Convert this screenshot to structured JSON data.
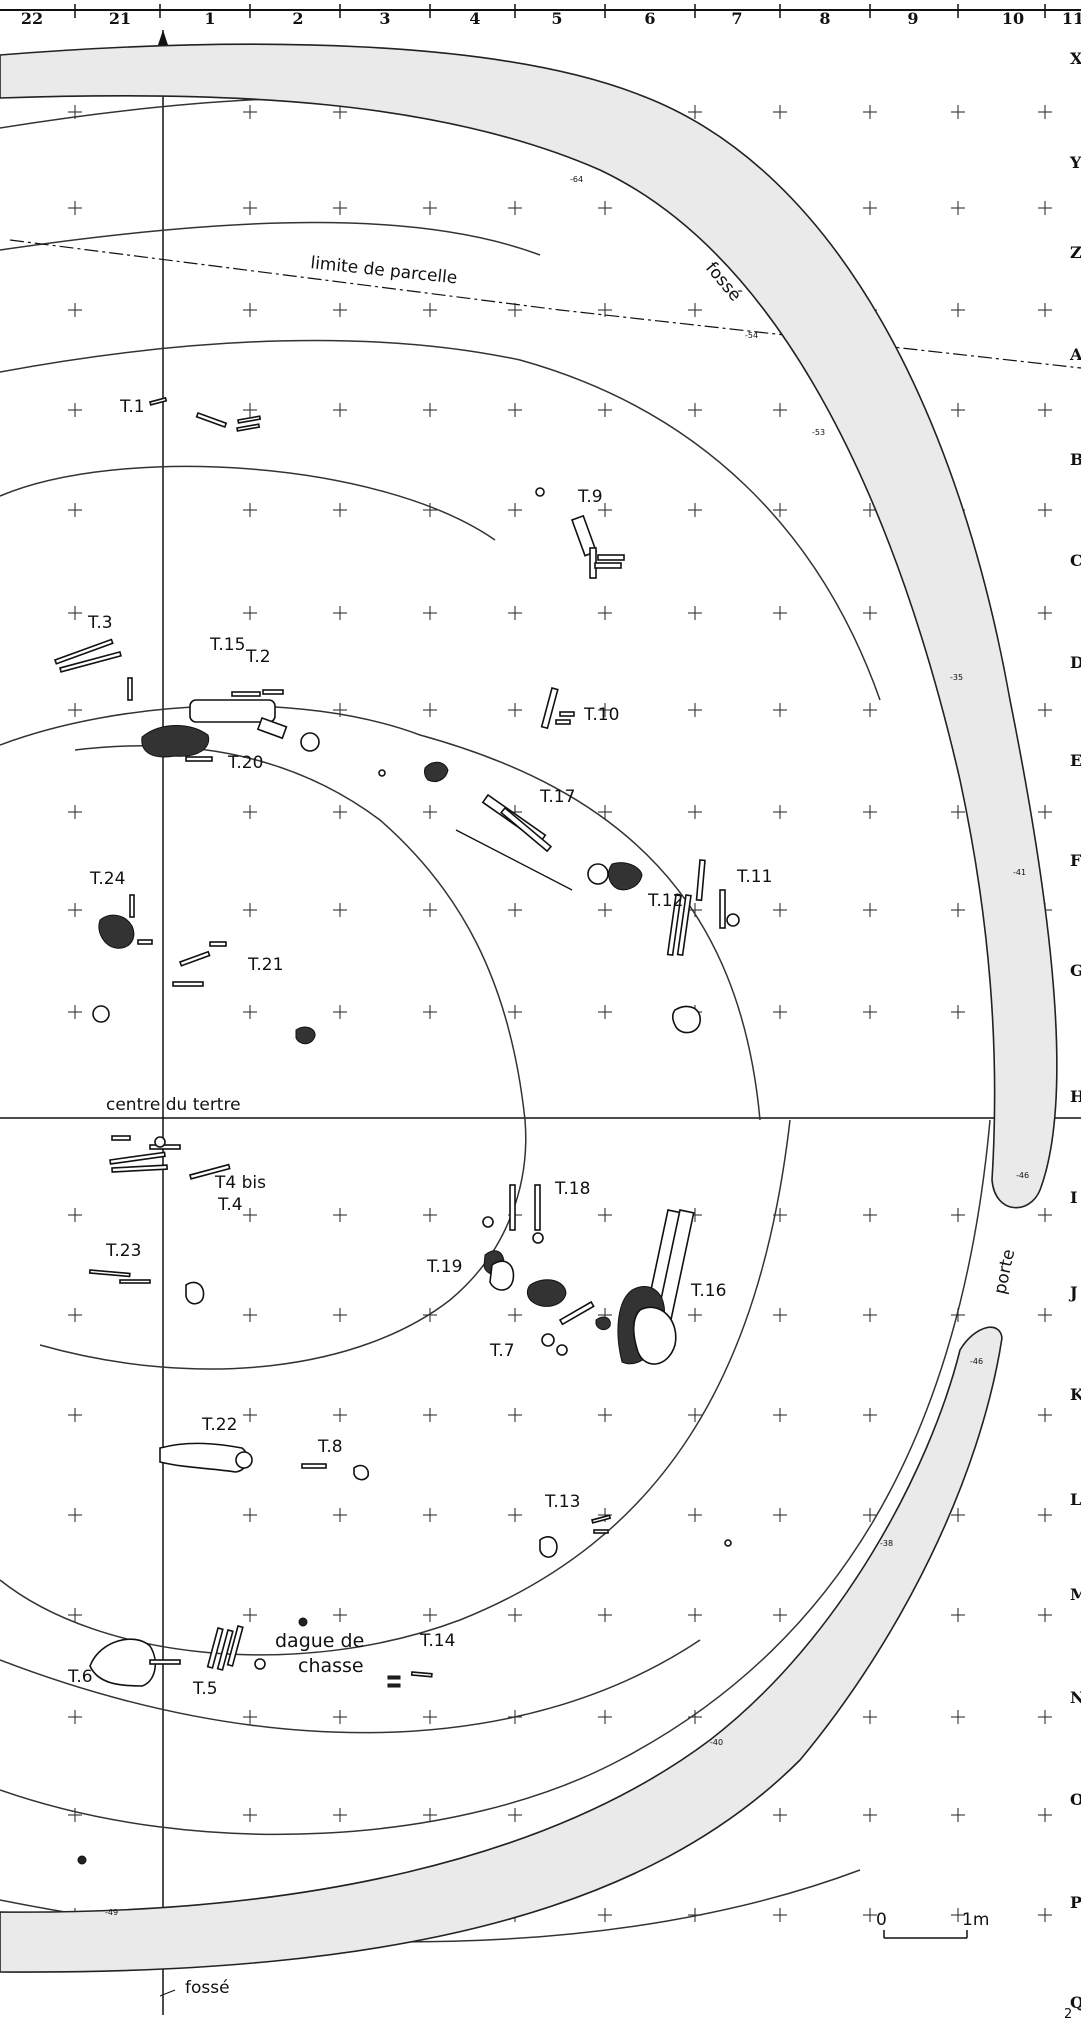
{
  "grid": {
    "columns": [
      "22",
      "21",
      "1",
      "2",
      "3",
      "4",
      "5",
      "6",
      "7",
      "8",
      "9",
      "10",
      "11"
    ],
    "rows": [
      "X",
      "Y",
      "Z",
      "A",
      "B",
      "C",
      "D",
      "E",
      "F",
      "G",
      "H",
      "I",
      "J",
      "K",
      "L",
      "M",
      "N",
      "O",
      "P",
      "Q"
    ]
  },
  "labels": {
    "north": "N",
    "limite": "limite de parcelle",
    "fosse_top": "fossé",
    "fosse_bottom": "fossé",
    "porte": "porte",
    "centre": "centre du tertre",
    "dague_line1": "dague de",
    "dague_line2": "chasse",
    "scale_zero": "0",
    "scale_end": "1m"
  },
  "tombs": [
    {
      "id": "T.1"
    },
    {
      "id": "T.2"
    },
    {
      "id": "T.3"
    },
    {
      "id": "T.4"
    },
    {
      "id": "T4 bis"
    },
    {
      "id": "T.5"
    },
    {
      "id": "T.6"
    },
    {
      "id": "T.7"
    },
    {
      "id": "T.8"
    },
    {
      "id": "T.9"
    },
    {
      "id": "T.10"
    },
    {
      "id": "T.11"
    },
    {
      "id": "T.12"
    },
    {
      "id": "T.13"
    },
    {
      "id": "T.14"
    },
    {
      "id": "T.15"
    },
    {
      "id": "T.16"
    },
    {
      "id": "T.17"
    },
    {
      "id": "T.18"
    },
    {
      "id": "T.19"
    },
    {
      "id": "T.20"
    },
    {
      "id": "T.21"
    },
    {
      "id": "T.22"
    },
    {
      "id": "T.23"
    },
    {
      "id": "T.24"
    }
  ],
  "elevations": [
    "-64",
    "-54",
    "-53",
    "-35",
    "-41",
    "-46",
    "-46",
    "-38",
    "-40",
    "-49"
  ],
  "page_number": "2"
}
